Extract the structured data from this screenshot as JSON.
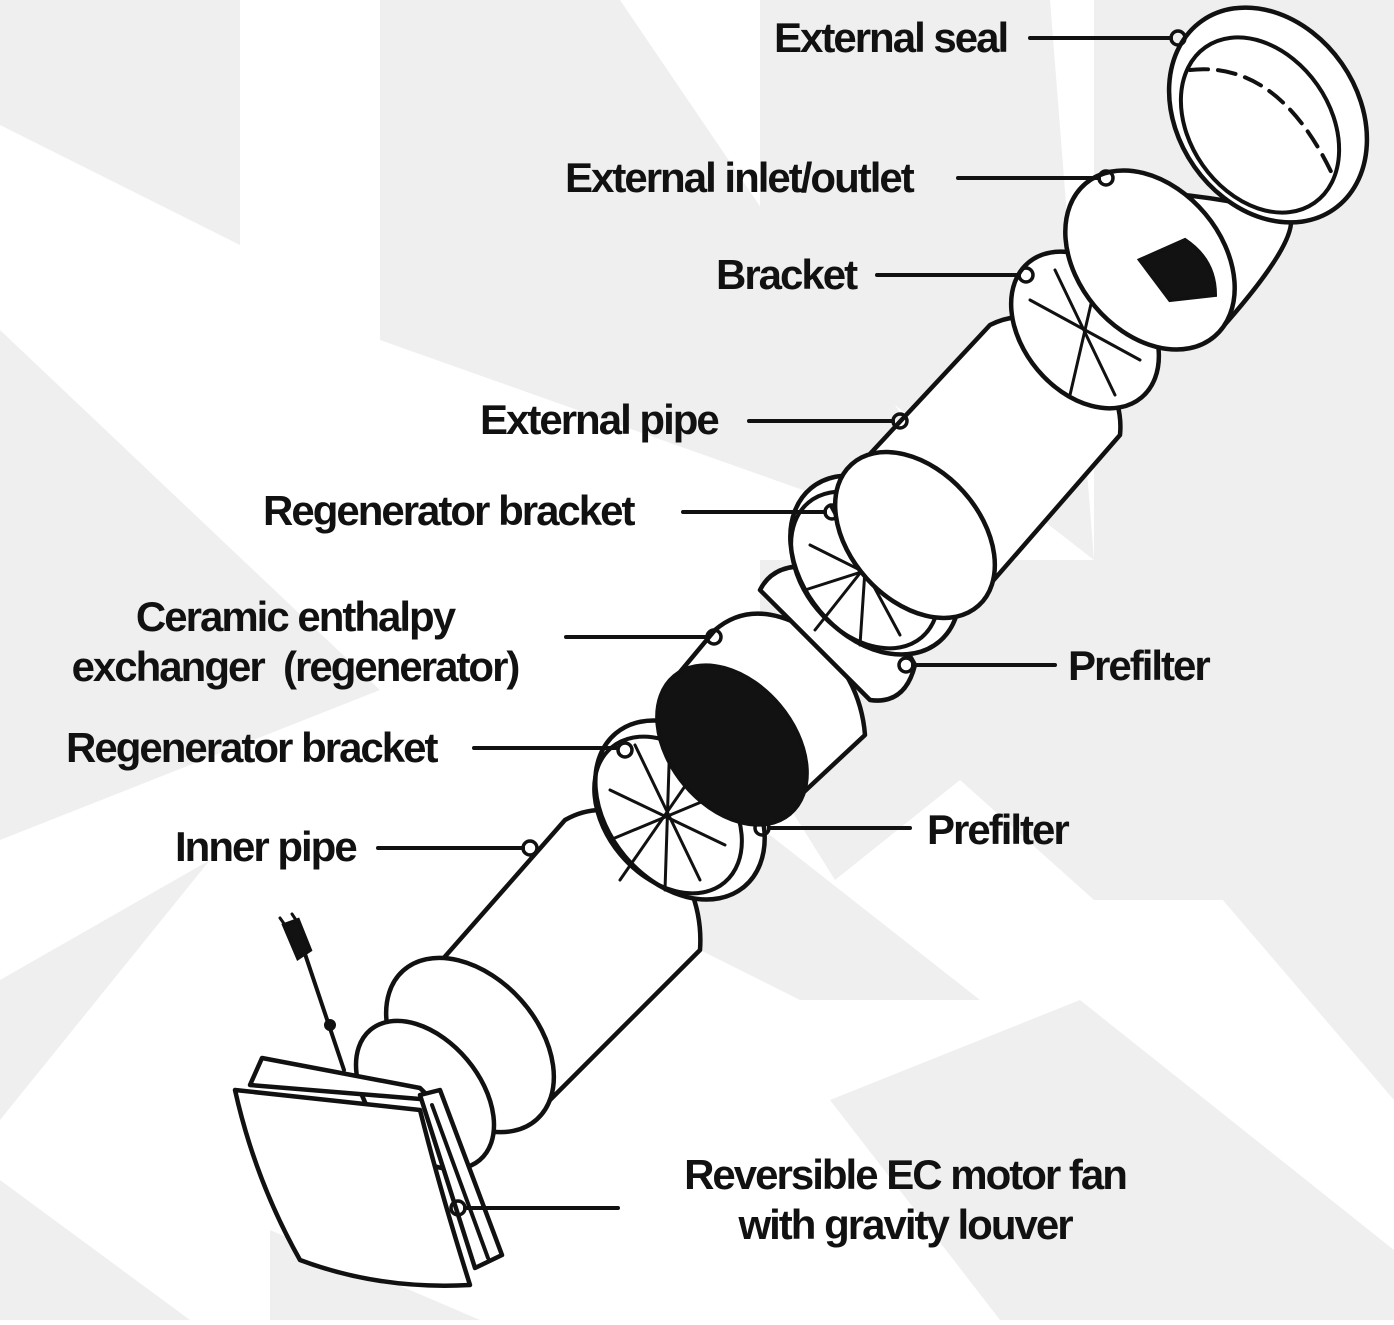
{
  "diagram": {
    "type": "exploded-assembly",
    "subject": "Reversible ventilation unit with ceramic regenerator",
    "background_color": "#efefef",
    "line_color": "#111111"
  },
  "labels": [
    {
      "id": "external-seal",
      "text": "External seal"
    },
    {
      "id": "external-inlet-outlet",
      "text": "External inlet/outlet"
    },
    {
      "id": "bracket",
      "text": "Bracket"
    },
    {
      "id": "external-pipe",
      "text": "External pipe"
    },
    {
      "id": "regenerator-bracket-top",
      "text": "Regenerator bracket"
    },
    {
      "id": "ceramic-exchanger",
      "lines": [
        "Ceramic enthalpy",
        "exchanger  (regenerator)"
      ]
    },
    {
      "id": "prefilter-top",
      "text": "Prefilter"
    },
    {
      "id": "regenerator-bracket-bottom",
      "text": "Regenerator bracket"
    },
    {
      "id": "prefilter-bottom",
      "text": "Prefilter"
    },
    {
      "id": "inner-pipe",
      "text": "Inner pipe"
    },
    {
      "id": "fan",
      "lines": [
        "Reversible EC motor fan",
        "with gravity louver"
      ]
    }
  ]
}
